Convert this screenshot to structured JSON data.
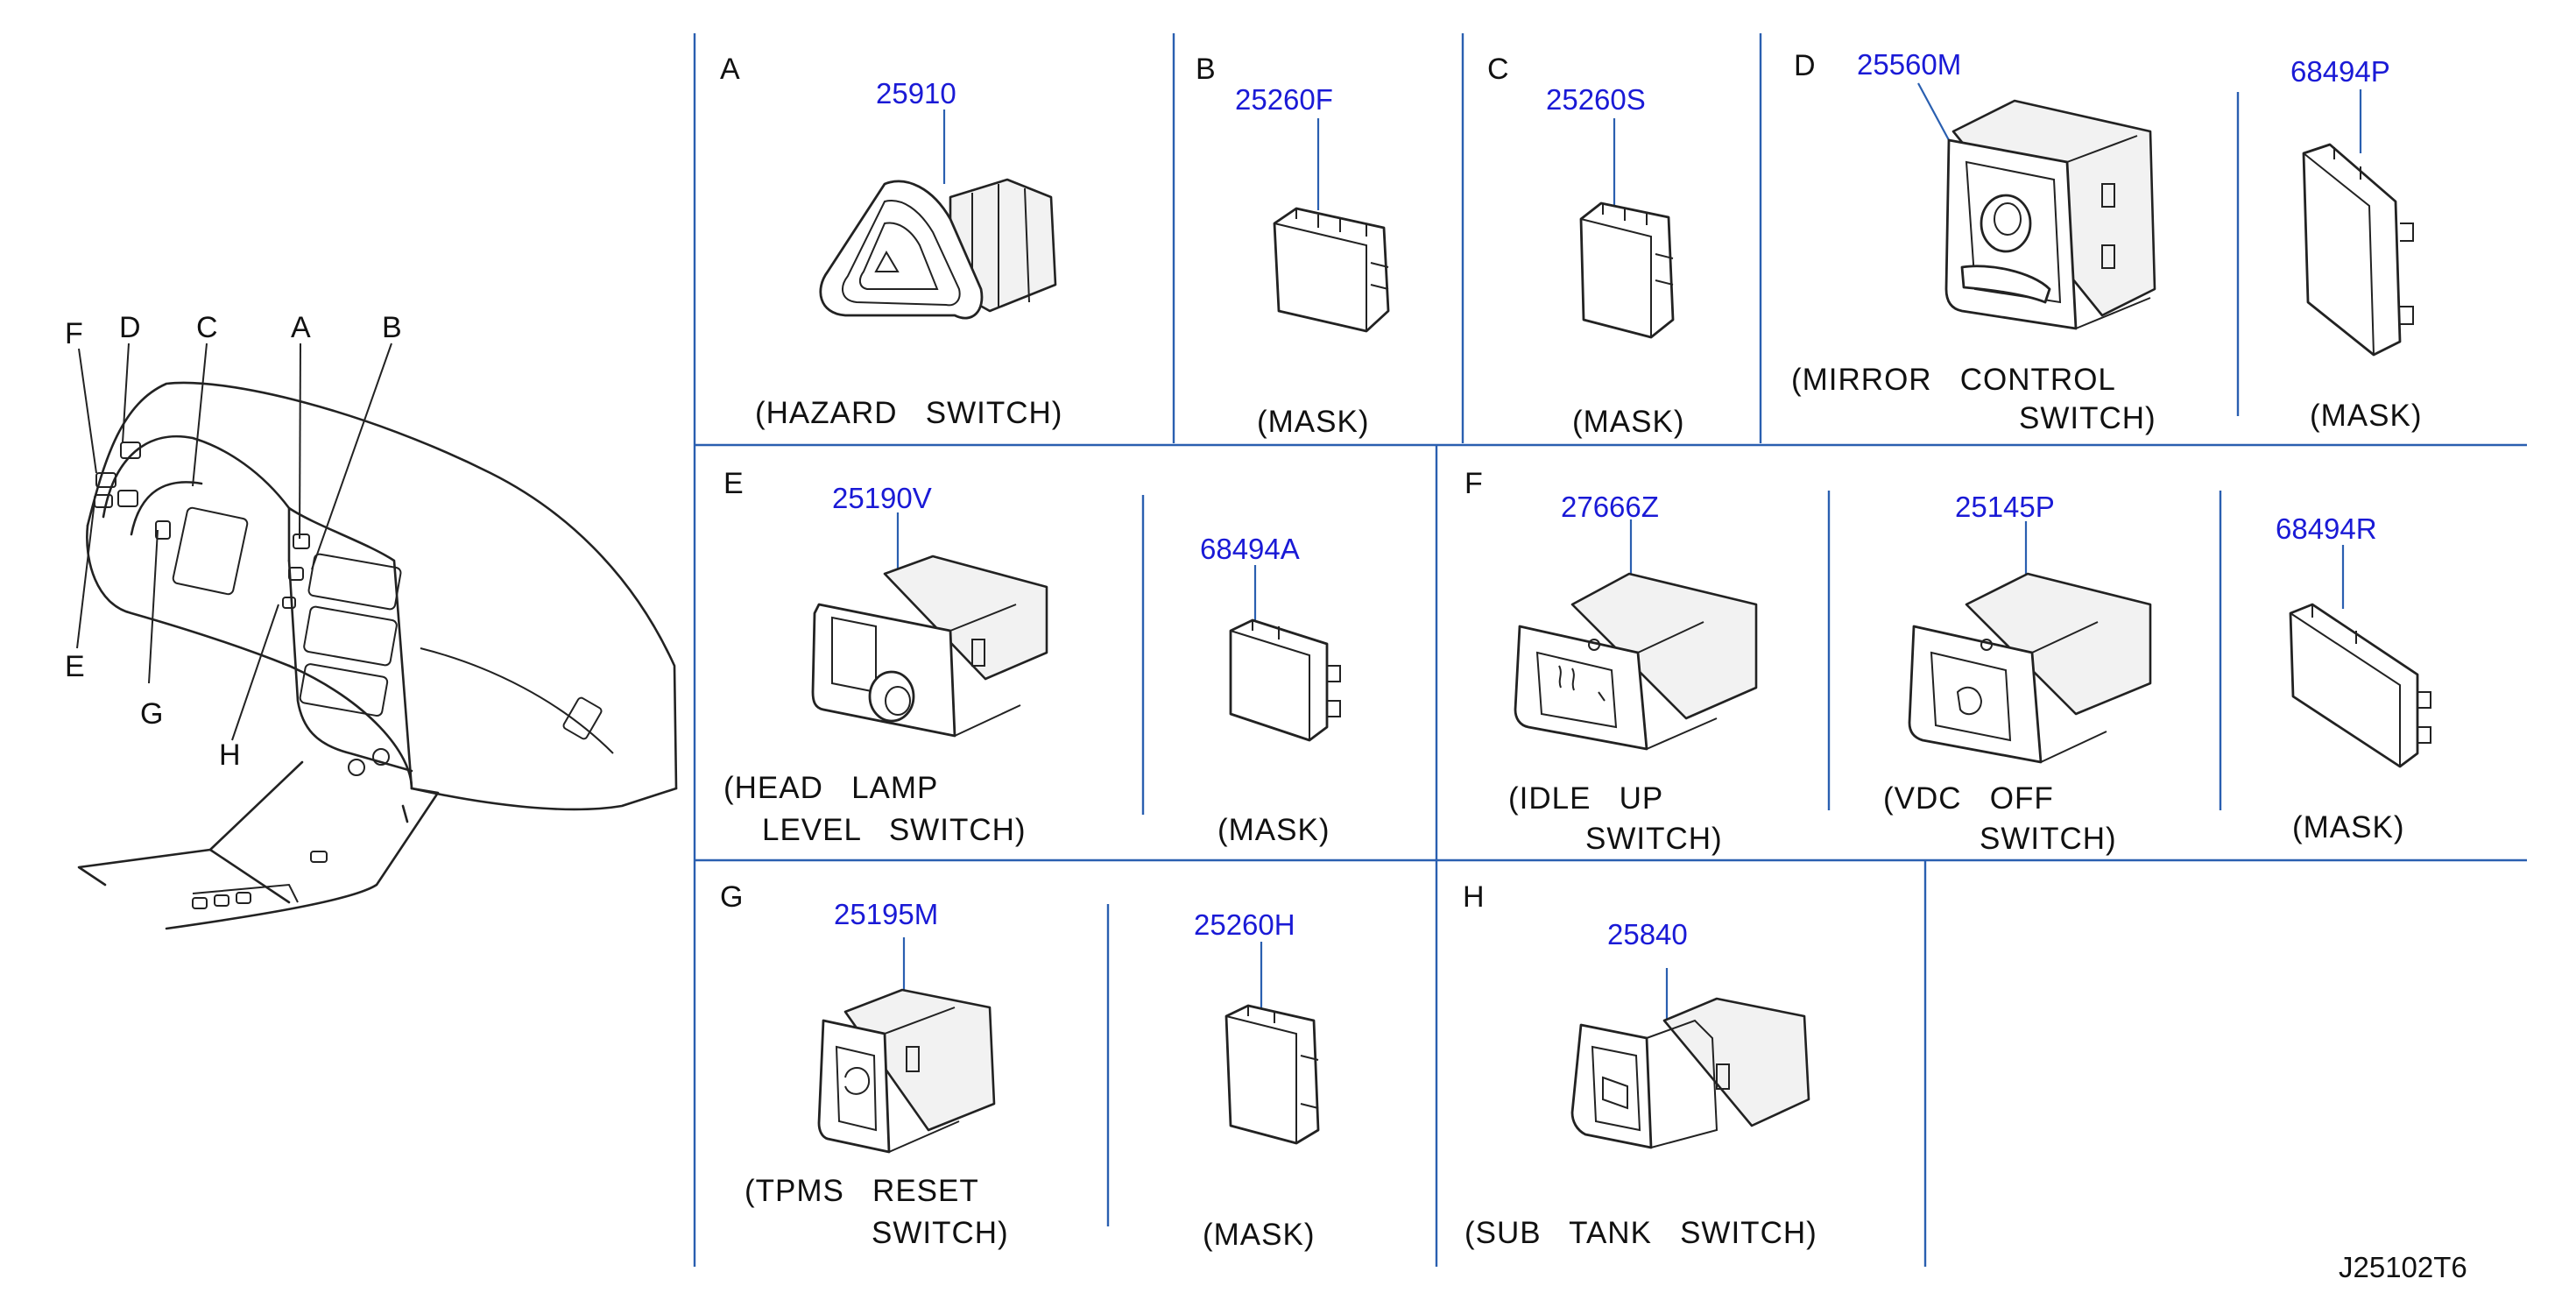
{
  "diagram_id": "J25102T6",
  "overview_keys": {
    "F": "F",
    "D": "D",
    "C": "C",
    "A": "A",
    "B": "B",
    "E": "E",
    "G": "G",
    "H": "H"
  },
  "sections": {
    "A": {
      "letter": "A",
      "part": "25910",
      "caption1": "(HAZARD   SWITCH)",
      "caption2": ""
    },
    "B": {
      "letter": "B",
      "part": "25260F",
      "caption1": "(MASK)",
      "caption2": ""
    },
    "C": {
      "letter": "C",
      "part": "25260S",
      "caption1": "(MASK)",
      "caption2": ""
    },
    "D": {
      "letter": "D",
      "part": "25560M",
      "caption1": "(MIRROR   CONTROL",
      "caption2": "SWITCH)",
      "part2": "68494P",
      "caption3": "(MASK)"
    },
    "E": {
      "letter": "E",
      "part": "25190V",
      "caption1": "(HEAD   LAMP",
      "caption2": "LEVEL   SWITCH)",
      "part2": "68494A",
      "caption3": "(MASK)"
    },
    "F": {
      "letter": "F",
      "part": "27666Z",
      "caption1": "(IDLE   UP",
      "caption2": "SWITCH)",
      "part2": "25145P",
      "caption3": "(VDC   OFF",
      "caption4": "SWITCH)",
      "part3": "68494R",
      "caption5": "(MASK)"
    },
    "G": {
      "letter": "G",
      "part": "25195M",
      "caption1": "(TPMS   RESET",
      "caption2": "SWITCH)",
      "part2": "25260H",
      "caption3": "(MASK)"
    },
    "H": {
      "letter": "H",
      "part": "25840",
      "caption1": "(SUB   TANK   SWITCH)"
    }
  },
  "colors": {
    "part_number": "#1a1ad6",
    "divider": "#2a5fb0",
    "line": "#222222"
  }
}
